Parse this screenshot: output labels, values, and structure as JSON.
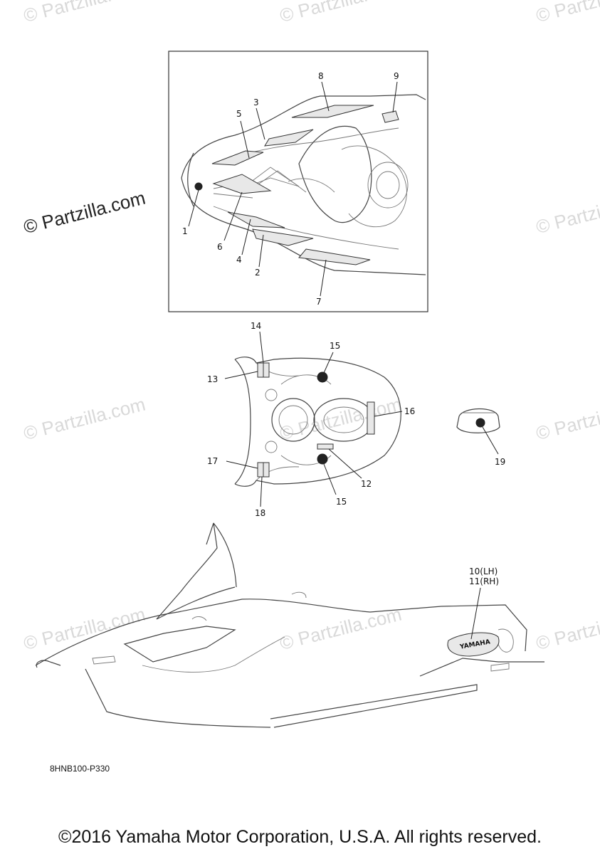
{
  "watermark": {
    "text": "© Partzilla.com",
    "prominent_text": "© Partzilla.com"
  },
  "callouts": {
    "c1": "1",
    "c2": "2",
    "c3": "3",
    "c4": "4",
    "c5": "5",
    "c6": "6",
    "c7": "7",
    "c8": "8",
    "c9": "9",
    "c10": "10(LH)",
    "c11": "11(RH)",
    "c12": "12",
    "c13": "13",
    "c14": "14",
    "c15a": "15",
    "c15b": "15",
    "c16": "16",
    "c17": "17",
    "c18": "18",
    "c19": "19"
  },
  "emblem_text": "YAMAHA",
  "part_code": "8HNB100-P330",
  "copyright": "©2016 Yamaha Motor Corporation, U.S.A. All rights reserved."
}
